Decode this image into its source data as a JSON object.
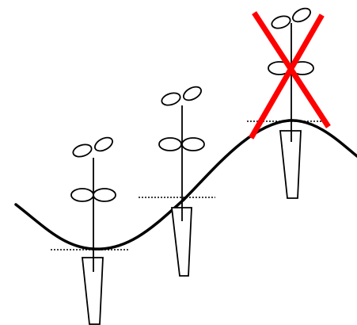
{
  "diagram": {
    "figure_kind": "seedling planting depth illustration",
    "plants": [
      {
        "slope_position": "trough",
        "marked_incorrect": false
      },
      {
        "slope_position": "mid-slope",
        "marked_incorrect": false
      },
      {
        "slope_position": "crest",
        "marked_incorrect": true
      }
    ],
    "colors": {
      "line": "#000000",
      "ground": "#000000",
      "reject_mark": "#ff0000",
      "level_guide": "#000000",
      "background": "#ffffff"
    }
  }
}
